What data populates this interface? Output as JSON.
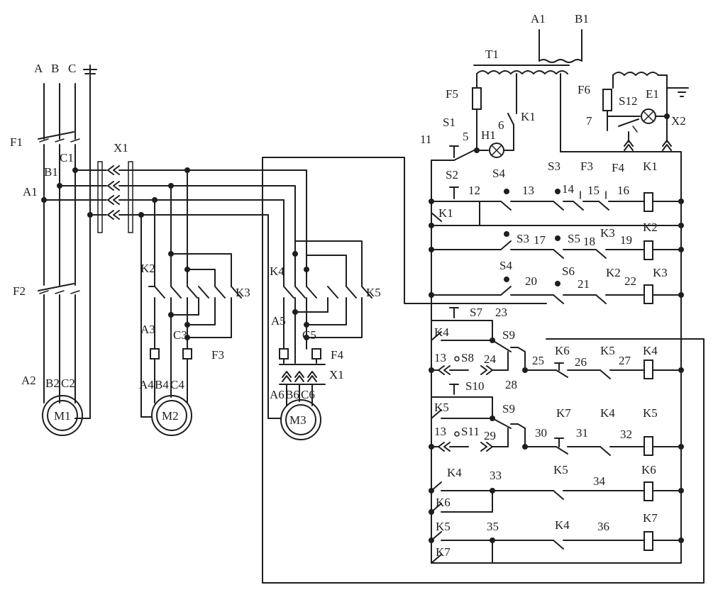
{
  "labels": {
    "A": "A",
    "B": "B",
    "C": "C",
    "F1": "F1",
    "C1": "C1",
    "B1": "B1",
    "A1": "A1",
    "F2": "F2",
    "A2": "A2",
    "B2": "B2",
    "C2": "C2",
    "M1": "M1",
    "X1": "X1",
    "K2": "K2",
    "K3": "K3",
    "A3": "A3",
    "C3": "C3",
    "F3": "F3",
    "A4": "A4",
    "B4": "B4",
    "C4": "C4",
    "M2": "M2",
    "K4": "K4",
    "K5": "K5",
    "A5": "A5",
    "C5": "C5",
    "F4": "F4",
    "X1b": "X1",
    "A6": "A6",
    "B6": "B6",
    "C6": "C6",
    "M3": "M3",
    "T1": "T1",
    "A1top": "A1",
    "B1top": "B1",
    "F5": "F5",
    "S1": "S1",
    "n5": "5",
    "H1": "H1",
    "n6": "6",
    "K1a": "K1",
    "n11": "11",
    "F6": "F6",
    "S12": "S12",
    "E1": "E1",
    "n7": "7",
    "X2": "X2",
    "S2": "S2",
    "S4a": "S4",
    "S3a": "S3",
    "F3b": "F3",
    "F4b": "F4",
    "K1b": "K1",
    "n12": "12",
    "n13": "13",
    "n14": "14",
    "n15": "15",
    "n16": "16",
    "K1c": "K1",
    "S3b": "S3",
    "n17": "17",
    "S5": "S5",
    "n18": "18",
    "K3a": "K3",
    "n19": "19",
    "K2a": "K2",
    "S4b": "S4",
    "n20": "20",
    "S6": "S6",
    "n21": "21",
    "K2b": "K2",
    "n22": "22",
    "K3b": "K3",
    "S7": "S7",
    "n23": "23",
    "K4a": "K4",
    "S9a": "S9",
    "n13b": "13",
    "S8": "S8",
    "n24": "24",
    "n25": "25",
    "K6a": "K6",
    "n26": "26",
    "K5a": "K5",
    "n27": "27",
    "K4b": "K4",
    "n28": "28",
    "S10": "S10",
    "K5b": "K5",
    "S9b": "S9",
    "n13c": "13",
    "S11": "S11",
    "n29": "29",
    "n30": "30",
    "K7a": "K7",
    "n31": "31",
    "K4c": "K4",
    "n32": "32",
    "K5c": "K5",
    "K4d": "K4",
    "n33": "33",
    "K5d": "K5",
    "n34": "34",
    "K6b": "K6",
    "K6c": "K6",
    "K5e": "K5",
    "n35": "35",
    "K4e": "K4",
    "n36": "36",
    "K7b": "K7",
    "K7c": "K7"
  }
}
